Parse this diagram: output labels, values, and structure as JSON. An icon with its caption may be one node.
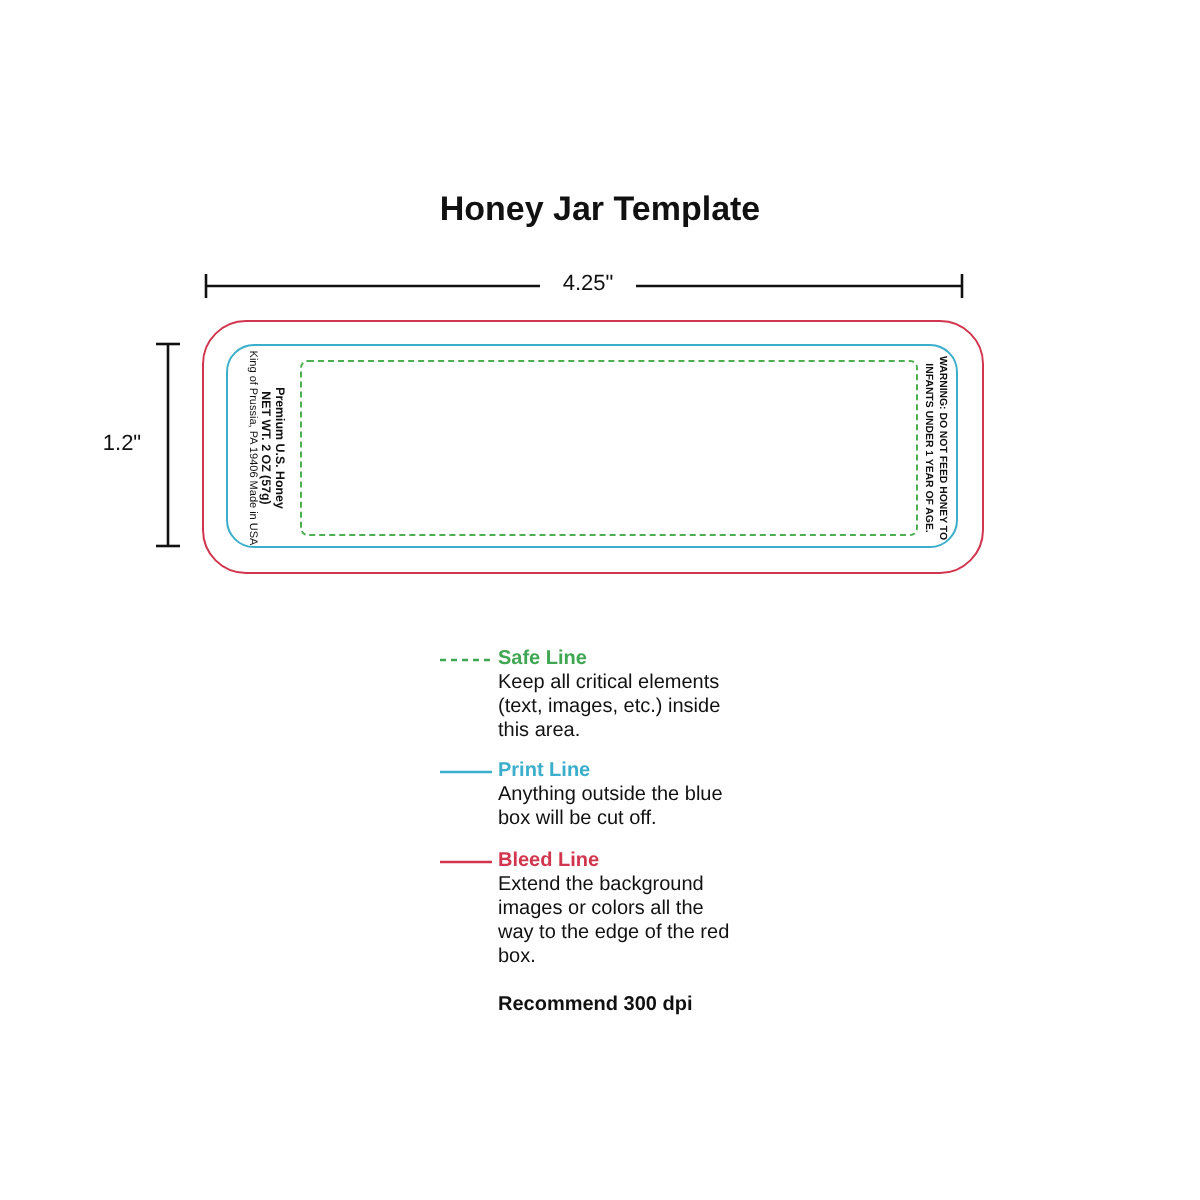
{
  "diagram": {
    "title": "Honey Jar Template",
    "nodes": [
      {
        "text": [],
        "shape": "box"
      },
      {
        "text": [
          "Premium U.S. Honey",
          "NET WT. 2 OZ (57g)",
          "King of Prussia, PA 19406 Made in USA",
          "WARNING: DO NOT FEED HONEY TO INFANTS UNDER 1 YEAR OF AGE."
        ],
        "in": 0
      },
      {
        "text": [],
        "shape": "box",
        "in": 1
      }
    ],
    "edges": [],
    "labels": [
      "4.25\"",
      "1.2\"",
      "Keep all critical elements (text, images, etc.) inside this area.",
      "Anything outside the blue box will be cut off.",
      "Extend the background images or colors all the way to the edge of the red box.",
      "Recommend 300 dpi"
    ],
    "legend": [
      {
        "text": "Safe Line"
      },
      {
        "text": "Print Line"
      },
      {
        "text": "Bleed Line"
      }
    ]
  }
}
